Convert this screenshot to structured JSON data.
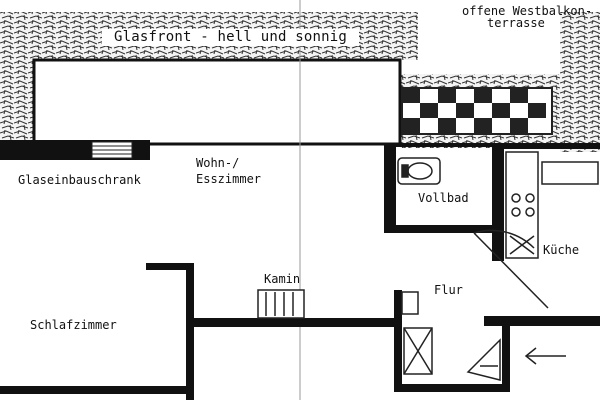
{
  "plan": {
    "banner": "Glasfront - hell und sonnig",
    "balcony_line1": "offene Westbalkon-",
    "balcony_line2": "terrasse",
    "rooms": {
      "living_line1": "Wohn-/",
      "living_line2": "Esszimmer",
      "bath": "Vollbad",
      "kitchen": "Küche",
      "hall": "Flur",
      "bedroom": "Schlafzimmer",
      "fireplace": "Kamin",
      "cabinet": "Glaseinbauschrank"
    },
    "entrance_arrow": "arrow-left-icon"
  }
}
